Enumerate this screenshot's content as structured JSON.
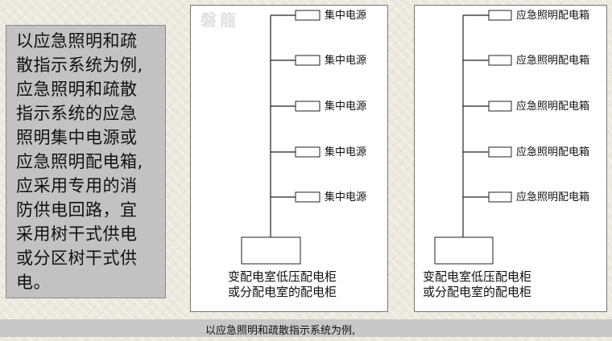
{
  "sidebar_text": "以应急照明和疏\n散指示系统为例,\n应急照明和疏散\n指示系统的应急\n照明集中电源或\n应急照明配电箱,\n应采用专用的消\n防供电回路，宜\n采用树干式供电\n或分区树干式供\n电。",
  "watermark": "磐龍",
  "diagram_left": {
    "branch_labels": [
      "集中电源",
      "集中电源",
      "集中电源",
      "集中电源",
      "集中电源"
    ],
    "base_label_line1": "变配电室低压配电柜",
    "base_label_line2": "或分配电室的配电柜"
  },
  "diagram_right": {
    "branch_labels": [
      "应急照明配电箱",
      "应急照明配电箱",
      "应急照明配电箱",
      "应急照明配电箱",
      "应急照明配电箱"
    ],
    "base_label_line1": "变配电室低压配电柜",
    "base_label_line2": "或分配电室的配电柜"
  },
  "caption": "以应急照明和疏散指示系统为例,"
}
